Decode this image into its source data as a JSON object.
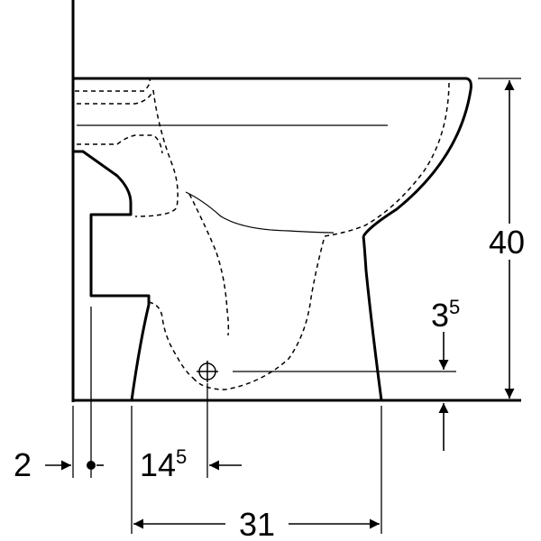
{
  "drawing": {
    "type": "technical elevation / dimension drawing",
    "line_color": "#000000",
    "background": "#ffffff"
  },
  "dimensions": {
    "total_height": {
      "value": "40"
    },
    "outlet_height": {
      "value": "3",
      "superscript": "5"
    },
    "wall_gap": {
      "value": "2"
    },
    "outlet_offset": {
      "value": "14",
      "superscript": "5"
    },
    "base_depth": {
      "value": "31"
    }
  }
}
